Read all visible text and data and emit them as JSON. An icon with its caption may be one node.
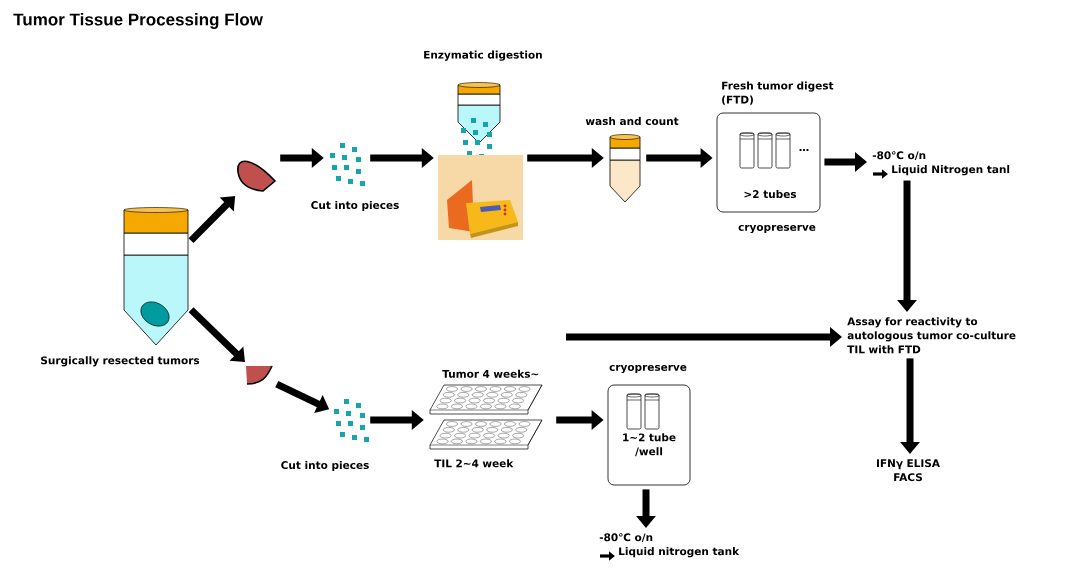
{
  "diagram": {
    "title": "Tumor Tissue Processing Flow",
    "nodes": [
      {
        "text": [
          "Surgically resected tumors"
        ]
      },
      {
        "text": [],
        "shape": "picture"
      },
      {
        "text": [],
        "shape": "picture"
      },
      {
        "text": [
          "Cut into pieces"
        ]
      },
      {
        "text": [
          "Enzymatic digestion"
        ]
      },
      {
        "text": [
          "wash and count"
        ]
      },
      {
        "text": [
          "Fresh tumor digest (FTD)",
          "…",
          ">2 tubes"
        ],
        "beside": [
          "cryopreserve"
        ]
      },
      {
        "text": [
          "-80℃ o/n",
          "Liquid Nitrogen tanl"
        ]
      },
      {
        "text": [
          "Assay for reactivity to autologous tumor co-culture TIL with FTD"
        ]
      },
      {
        "text": [
          "IFNγ ELISA FACS"
        ]
      },
      {
        "text": [
          "Cut into pieces"
        ]
      },
      {
        "text": [
          "Tumor 4 weeks~",
          "TIL 2~4 week"
        ]
      },
      {
        "text": [
          "cryopreserve",
          "1~2 tube /well"
        ]
      },
      {
        "text": [
          "-80℃ o/n",
          "Liquid nitrogen tank"
        ]
      }
    ],
    "edges": [
      {
        "from": 0,
        "to": 1,
        "arrow": "to"
      },
      {
        "from": 0,
        "to": 2,
        "arrow": "to"
      },
      {
        "from": 1,
        "to": 3,
        "arrow": "to"
      },
      {
        "from": 3,
        "to": 4,
        "arrow": "to"
      },
      {
        "from": 4,
        "to": 5,
        "arrow": "to"
      },
      {
        "from": 5,
        "to": 6,
        "arrow": "to"
      },
      {
        "from": 6,
        "to": 7,
        "arrow": "to"
      },
      {
        "from": 7,
        "to": 8,
        "arrow": "to"
      },
      {
        "from": 2,
        "to": 10,
        "arrow": "to"
      },
      {
        "from": 10,
        "to": 11,
        "arrow": "to"
      },
      {
        "from": 11,
        "to": 12,
        "arrow": "to"
      },
      {
        "from": 12,
        "to": 13,
        "arrow": "to"
      },
      {
        "from": 8,
        "to": 9,
        "arrow": "to"
      },
      {
        "from": null,
        "to": 8,
        "arrow": "to"
      }
    ]
  }
}
